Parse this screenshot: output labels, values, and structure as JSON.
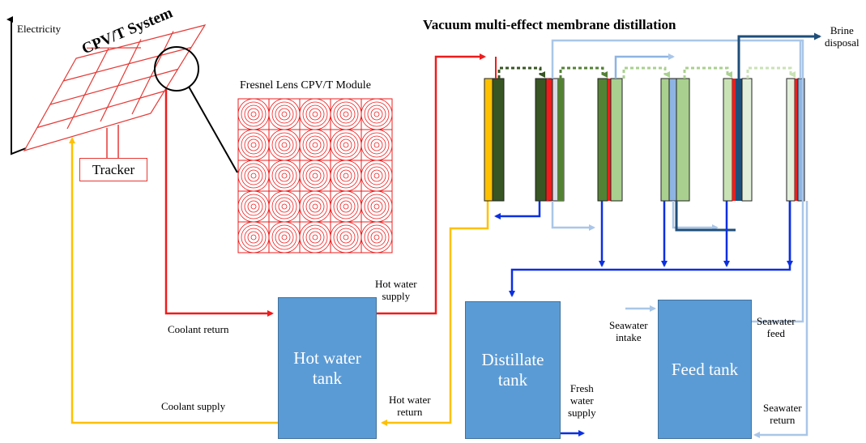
{
  "titles": {
    "cpvt_system": "CPV/T System",
    "vmd": "Vacuum multi-effect membrane distillation",
    "fresnel_module": "Fresnel Lens CPV/T Module"
  },
  "labels": {
    "electricity": "Electricity",
    "tracker": "Tracker",
    "brine_line1": "Brine",
    "brine_line2": "disposal",
    "hot_supply_line1": "Hot water",
    "hot_supply_line2": "supply",
    "coolant_return": "Coolant return",
    "coolant_supply": "Coolant supply",
    "hot_return_line1": "Hot water",
    "hot_return_line2": "return",
    "fresh_line1": "Fresh",
    "fresh_line2": "water",
    "fresh_line3": "supply",
    "seawater_intake_line1": "Seawater",
    "seawater_intake_line2": "intake",
    "seawater_feed_line1": "Seawater",
    "seawater_feed_line2": "feed",
    "seawater_return_line1": "Seawater",
    "seawater_return_line2": "return"
  },
  "tanks": {
    "hot_water": "Hot water\ntank",
    "distillate": "Distillate\ntank",
    "feed": "Feed tank"
  },
  "colors": {
    "hot": "#ee1c1c",
    "coolant": "#ffc000",
    "distillate_flow": "#0b2fe0",
    "light_flow": "#a9c6e8",
    "brine": "#1f4e79",
    "tank_fill": "#5b9bd5",
    "dark_green": "#375623",
    "mid_green": "#548235",
    "light_green": "#a9d08e",
    "pale_green": "#e2efda"
  }
}
